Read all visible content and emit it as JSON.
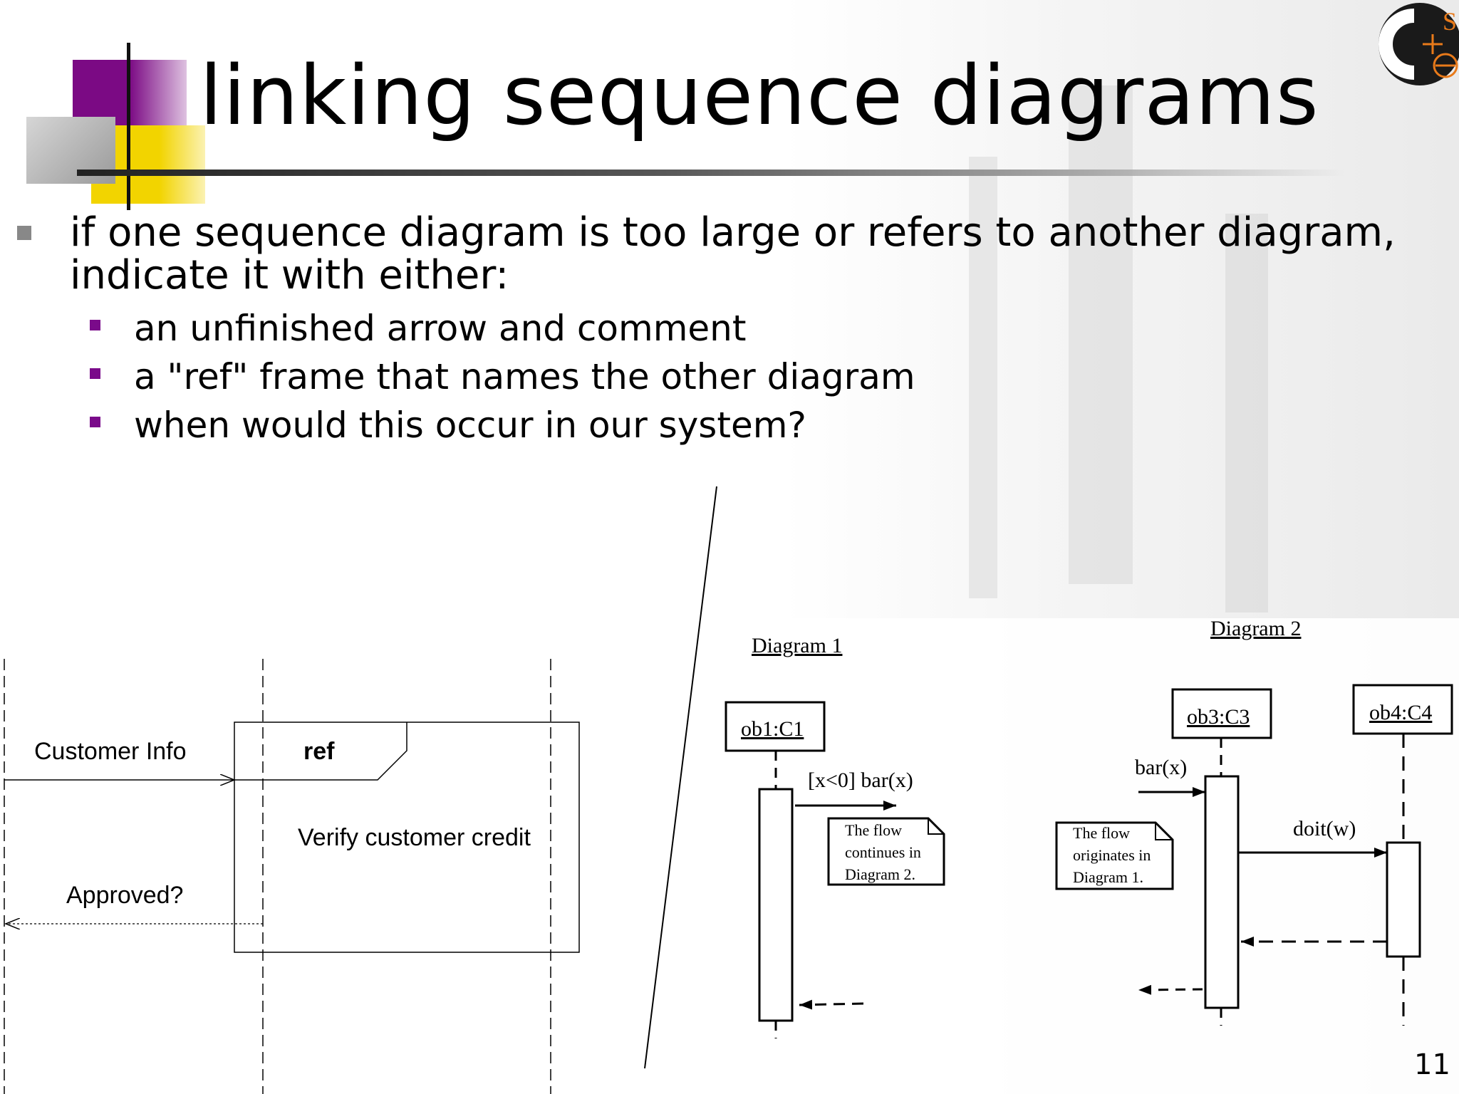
{
  "slide": {
    "title": "linking sequence diagrams",
    "page_number": "11",
    "bullets": [
      {
        "line1": "if one sequence diagram is too large or refers to another diagram,",
        "line2": "indicate it with either:",
        "sub": [
          "an unfinished arrow and comment",
          "a \"ref\" frame that names the other diagram",
          "when would this occur in our system?"
        ]
      }
    ]
  },
  "logo": {
    "text": "S",
    "icon": "cse-logo"
  },
  "ref_diagram": {
    "msg_in": "Customer Info",
    "frame_tag": "ref",
    "frame_label": "Verify customer credit",
    "msg_out": "Approved?"
  },
  "diagram1": {
    "title": "Diagram 1",
    "object": "ob1:C1",
    "message": "[x<0] bar(x)",
    "note": [
      "The flow",
      "continues in",
      "Diagram 2."
    ]
  },
  "diagram2": {
    "title": "Diagram 2",
    "object_a": "ob3:C3",
    "object_b": "ob4:C4",
    "message_in": "bar(x)",
    "message_call": "doit(w)",
    "note": [
      "The flow",
      "originates in",
      "Diagram 1."
    ]
  },
  "colors": {
    "purple": "#7b0a84",
    "yellow": "#f2d400",
    "grey": "#b0b0b0",
    "accent_orange": "#e87a1a"
  }
}
